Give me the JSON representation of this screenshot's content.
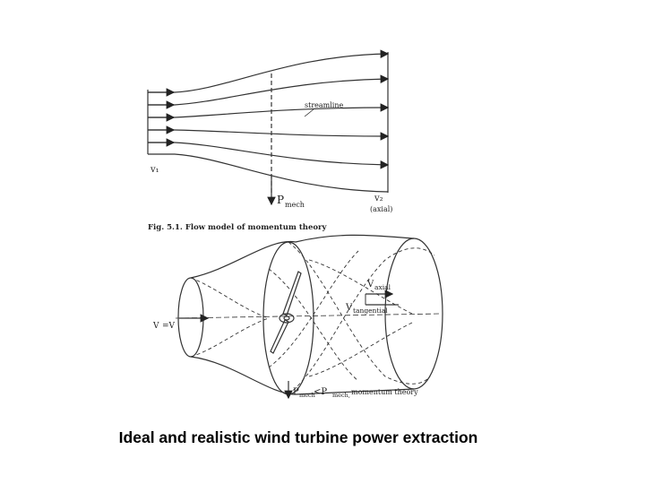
{
  "top_diagram": {
    "figure_caption": "Fig. 5.1. Flow model of momentum theory",
    "streamline_label": "streamline",
    "v1_label": "v₁",
    "pmech_label": "P",
    "pmech_sub": "mech",
    "v2_label": "v₂",
    "v2_sub": "(axial)"
  },
  "bottom_diagram": {
    "v_inflow_label": "V",
    "v_inflow_tail": "=V",
    "v_axial_label": "V",
    "v_axial_sub": "axial",
    "v_tangential_label": "V",
    "v_tangential_sub": "tangential",
    "p_label_a": "P",
    "p_label_b": "<P",
    "p_label_c": " momentum theory",
    "p_sub": "mech",
    "p_sub2": "mech,"
  },
  "caption": "Ideal and realistic wind turbine power extraction"
}
